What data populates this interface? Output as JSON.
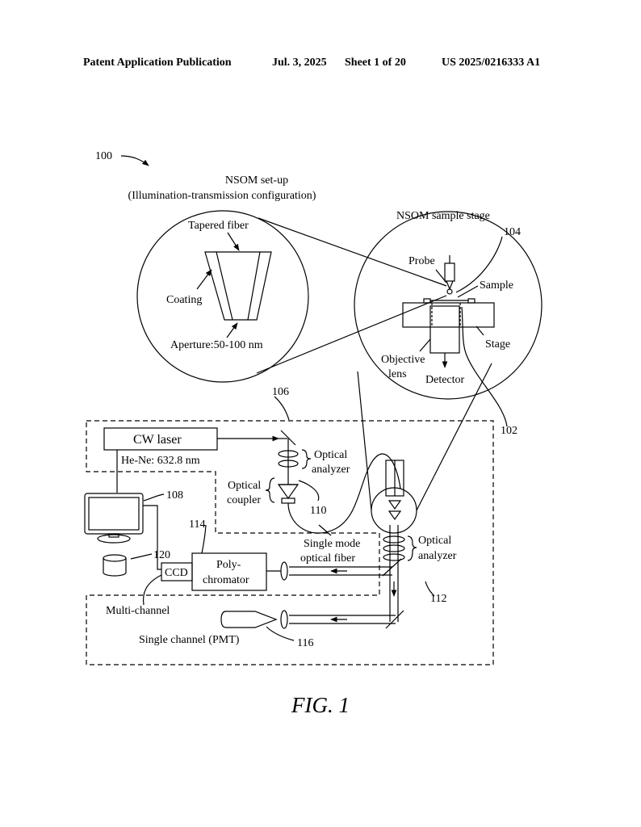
{
  "header": {
    "publication": "Patent Application Publication",
    "date": "Jul. 3, 2025",
    "sheet": "Sheet 1 of 20",
    "number": "US 2025/0216333 A1"
  },
  "figure": {
    "ref_main": "100",
    "title_line1": "NSOM set-up",
    "title_line2": "(Illumination-transmission configuration)",
    "inset_left": {
      "tapered_fiber": "Tapered fiber",
      "coating": "Coating",
      "aperture": "Aperture:50-100 nm"
    },
    "inset_right": {
      "title": "NSOM sample stage",
      "ref": "104",
      "probe": "Probe",
      "sample": "Sample",
      "stage": "Stage",
      "objective_line1": "Objective",
      "objective_line2": "lens",
      "detector": "Detector"
    },
    "refs": {
      "r102": "102",
      "r106": "106",
      "r108": "108",
      "r110": "110",
      "r112": "112",
      "r114": "114",
      "r116": "116",
      "r120": "120"
    },
    "labels": {
      "cw_laser": "CW laser",
      "he_ne": "He-Ne: 632.8 nm",
      "optical_analyzer_1": "Optical",
      "optical_analyzer_2": "analyzer",
      "optical_coupler_1": "Optical",
      "optical_coupler_2": "coupler",
      "single_mode_1": "Single mode",
      "single_mode_2": "optical fiber",
      "optical_analyzer_b1": "Optical",
      "optical_analyzer_b2": "analyzer",
      "ccd": "CCD",
      "poly_1": "Poly-",
      "poly_2": "chromator",
      "multi_channel": "Multi-channel",
      "single_channel": "Single channel (PMT)"
    },
    "caption": "FIG. 1"
  }
}
